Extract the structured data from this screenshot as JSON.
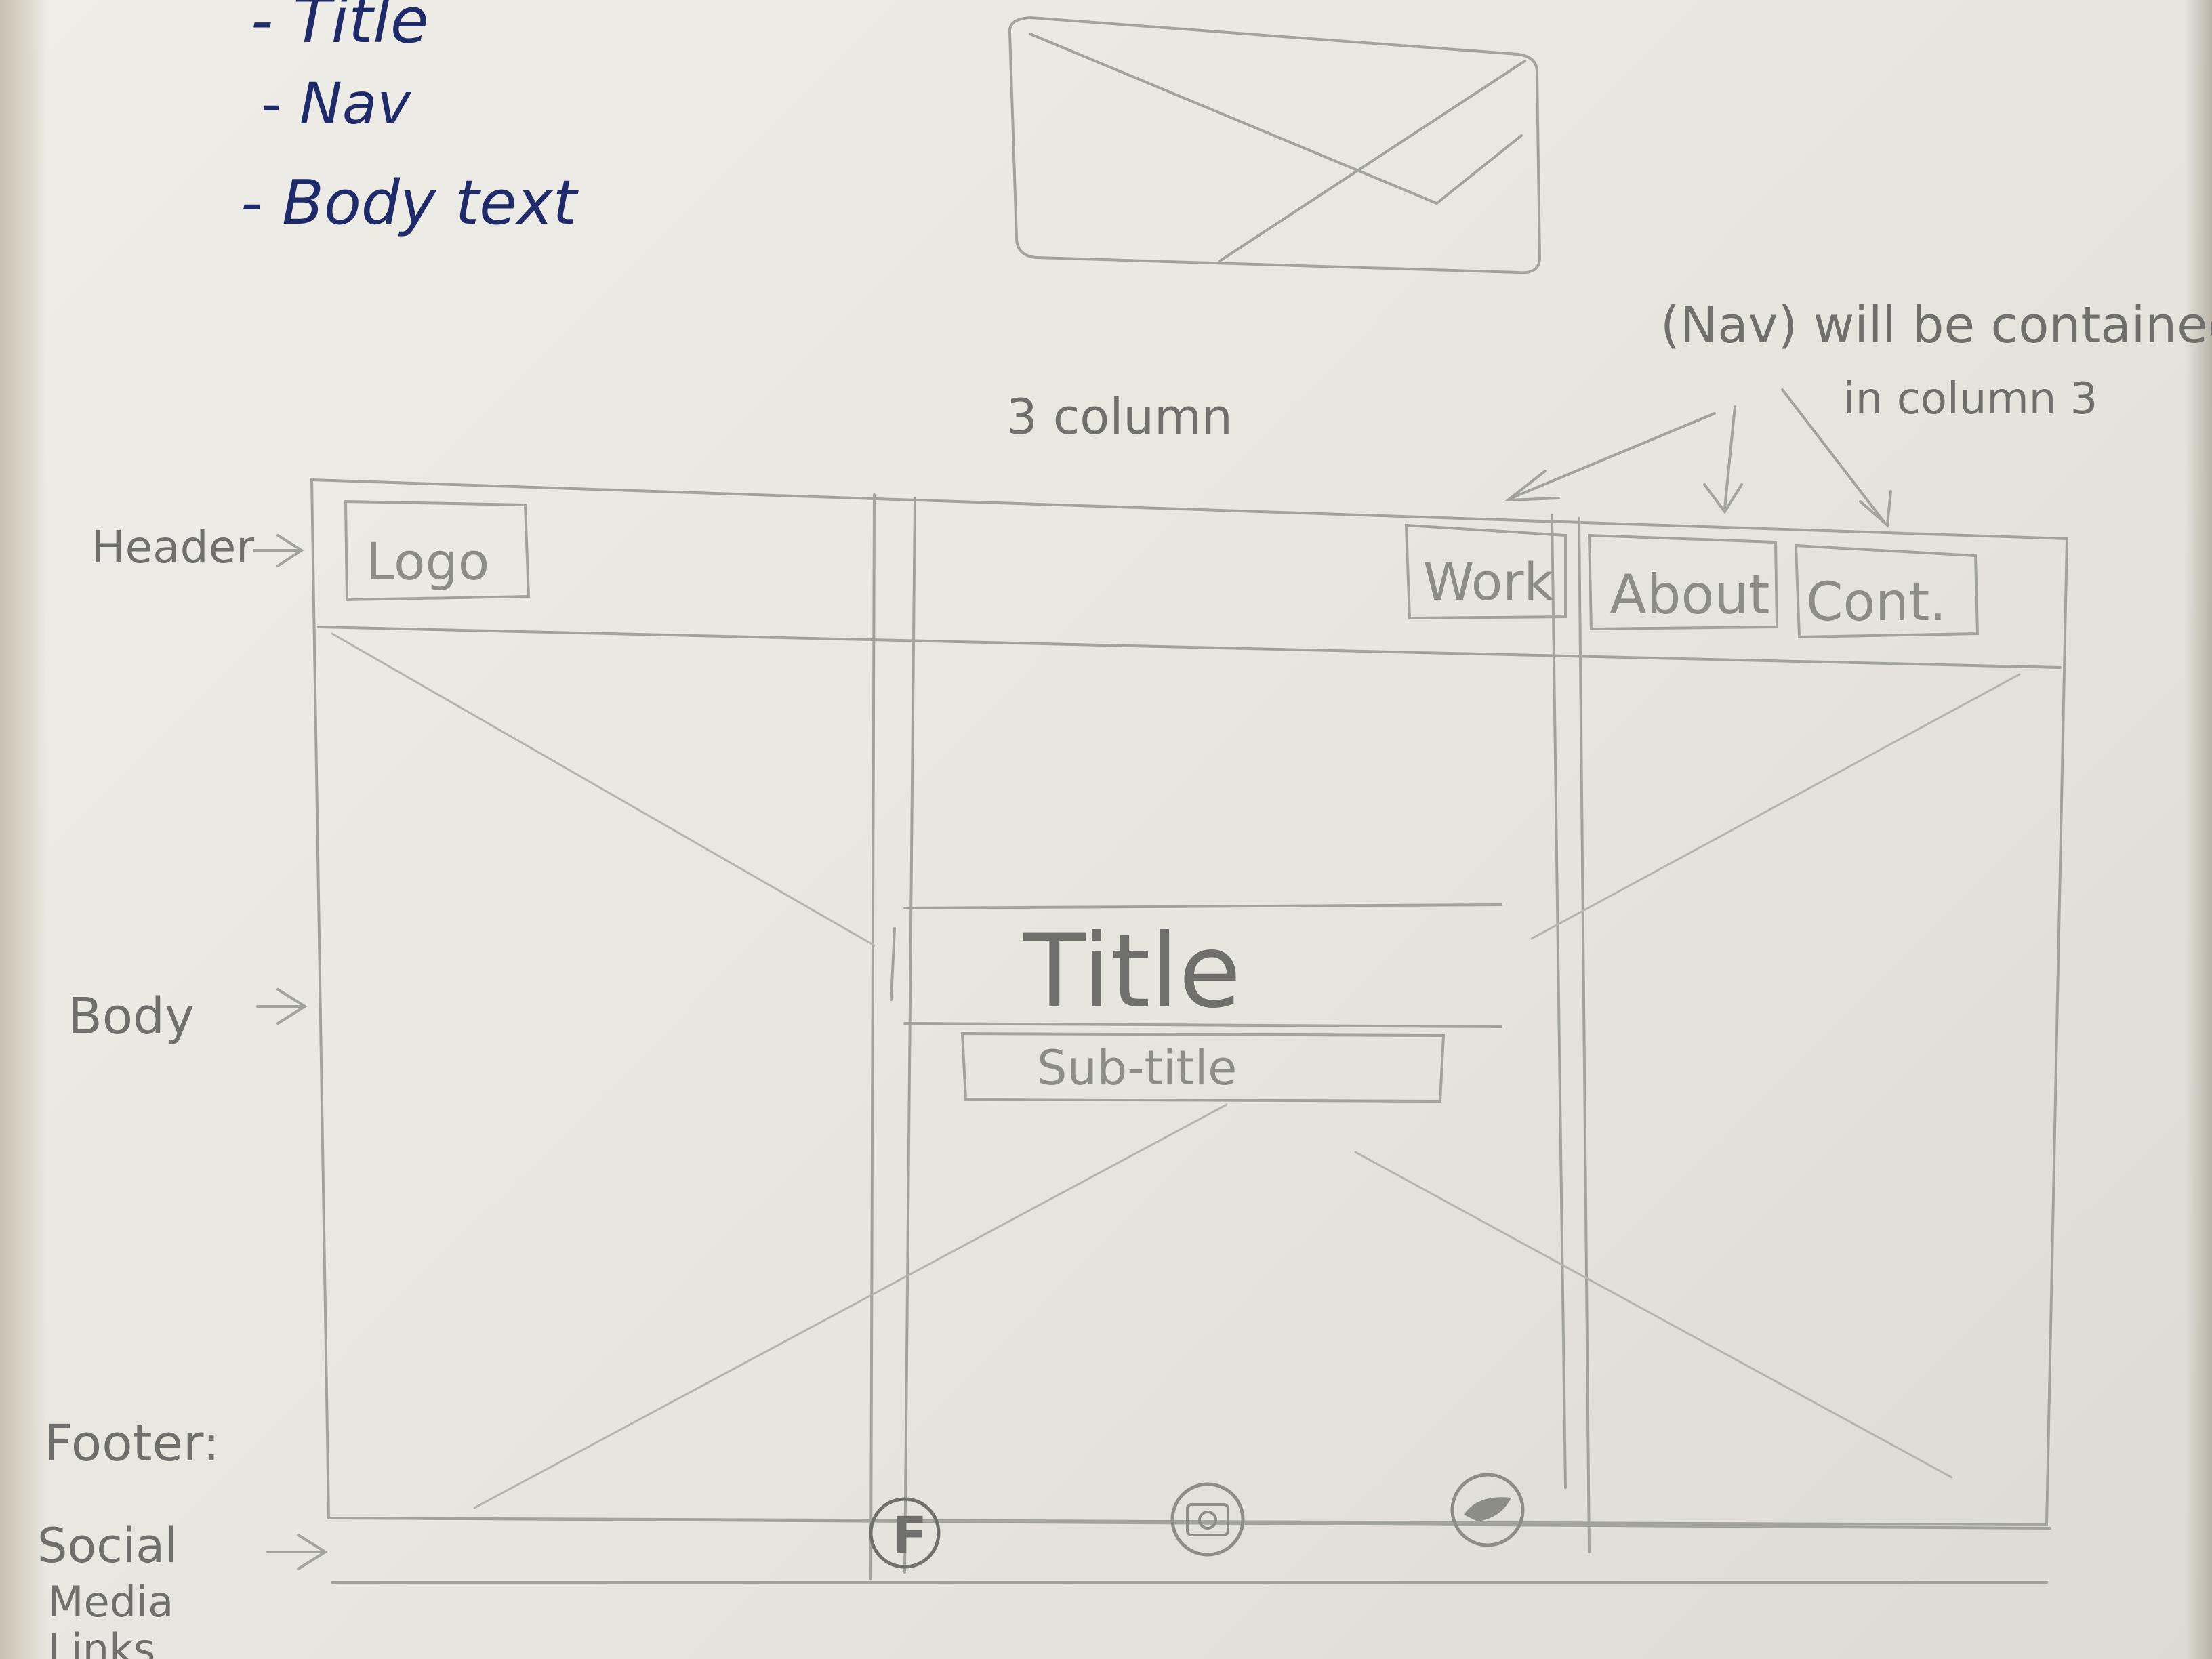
{
  "notes": {
    "item_1": "- Title",
    "item_2": "- Nav",
    "item_3": "- Body text"
  },
  "annotations": {
    "nav_note_line_1": "(Nav) will be contained",
    "nav_note_line_2": "in column 3",
    "columns_note": "3 column",
    "header_label": "Header",
    "body_label": "Body",
    "footer_label": "Footer:",
    "social_label_1": "Social",
    "social_label_2": "Media",
    "social_label_3": "Links"
  },
  "wireframe": {
    "logo": "Logo",
    "nav": [
      "Work",
      "About",
      "Cont."
    ],
    "title": "Title",
    "subtitle": "Sub-title"
  },
  "footer_icons": [
    {
      "name": "facebook-icon",
      "glyph": "F"
    },
    {
      "name": "camera-icon",
      "glyph": ""
    },
    {
      "name": "bird-icon",
      "glyph": ""
    }
  ]
}
